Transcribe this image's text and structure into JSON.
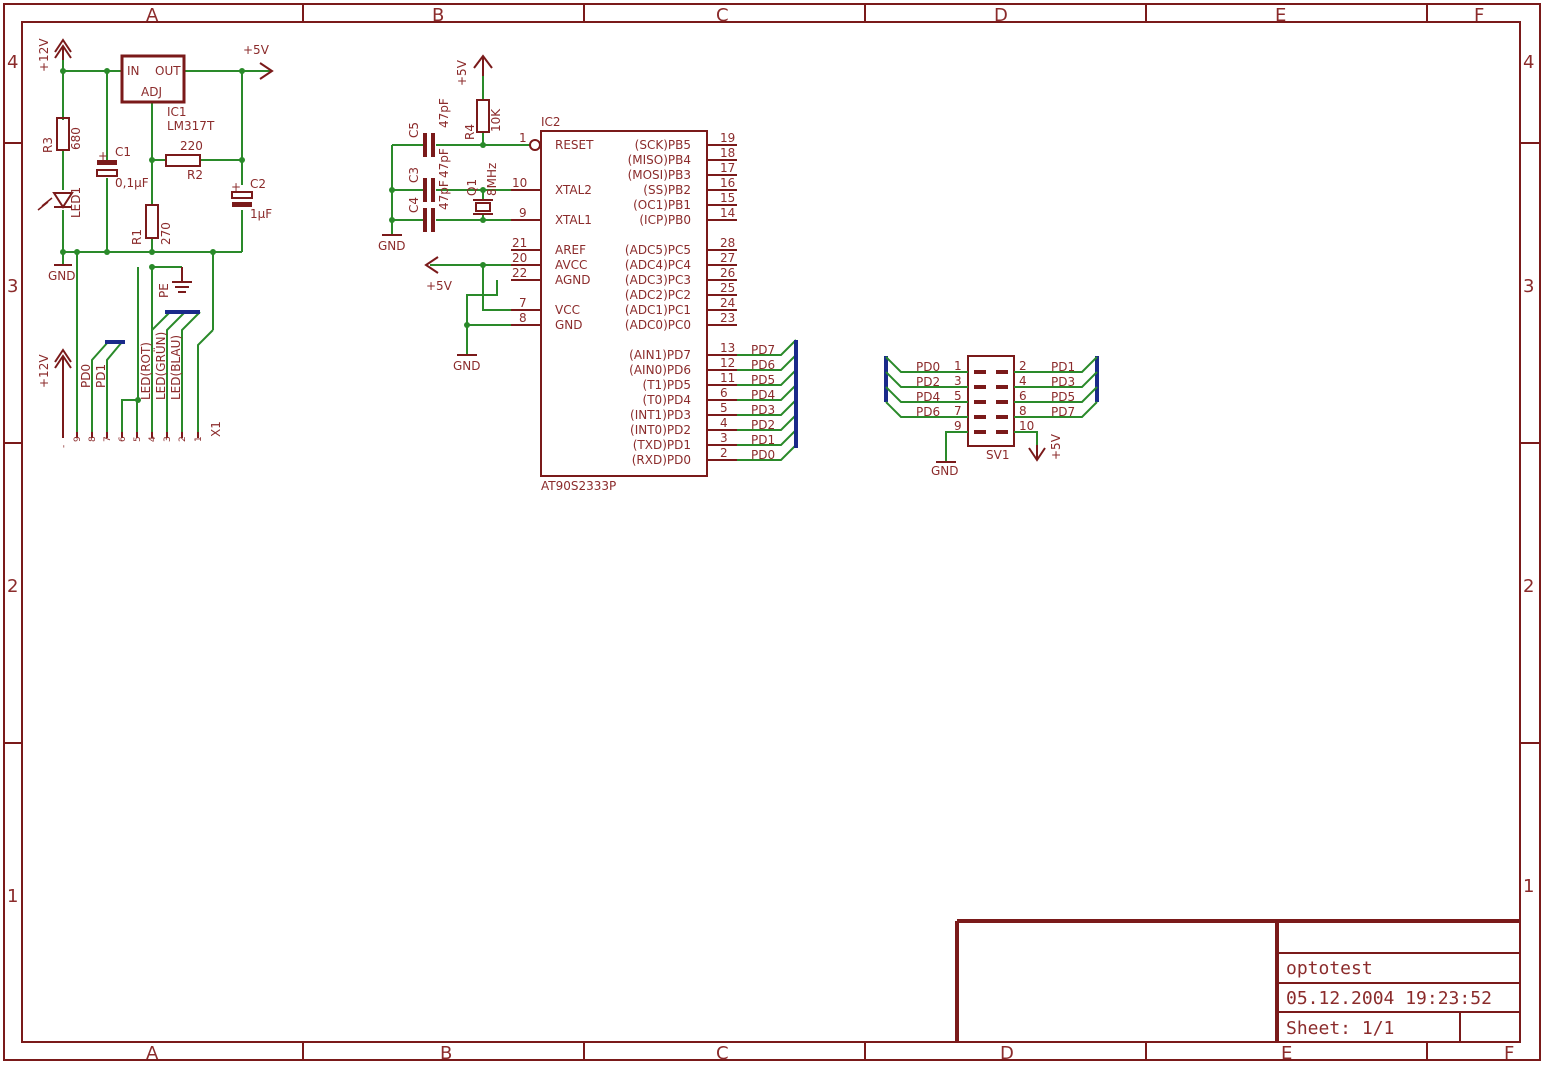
{
  "frame": {
    "columns": [
      "A",
      "B",
      "C",
      "D",
      "E",
      "F"
    ],
    "rows": [
      "4",
      "3",
      "2",
      "1"
    ]
  },
  "title_block": {
    "name": "optotest",
    "datetime": "05.12.2004 19:23:52",
    "sheet": "Sheet: 1/1"
  },
  "power": {
    "v12_a": "+12V",
    "v12_b": "+12V",
    "v5_reg": "+5V",
    "v5_r4": "+5V",
    "v5_avcc": "+5V",
    "v5_sv1": "+5V",
    "gnd_reg": "GND",
    "gnd_osc": "GND",
    "gnd_mcu": "GND",
    "gnd_sv1": "GND",
    "pe": "PE"
  },
  "regulator": {
    "name": "IC1",
    "value": "LM317T",
    "pin_in": "IN",
    "pin_out": "OUT",
    "pin_adj": "ADJ"
  },
  "passives": {
    "r3": "R3",
    "r3v": "680",
    "r2": "R2",
    "r2v": "220",
    "r1": "R1",
    "r1v": "270",
    "r4": "R4",
    "r4v": "10K",
    "c1": "C1",
    "c1v": "0,1µF",
    "c2": "C2",
    "c2v": "1µF",
    "c3": "C3",
    "c3v": "47pF",
    "c4": "C4",
    "c4v": "47pF",
    "c5": "C5",
    "c5v": "47pF",
    "q1": "Q1",
    "q1v": "8MHz",
    "led1": "LED1"
  },
  "connector_x1": {
    "name": "X1",
    "labels": [
      "PD0",
      "PD1",
      "LED(ROT)",
      "LED(GRÜN)",
      "LED(BLAU)"
    ],
    "pins": [
      "-",
      "9",
      "8",
      "7",
      "6",
      "5",
      "4",
      "3",
      "2",
      "1"
    ]
  },
  "mcu": {
    "name": "IC2",
    "value": "AT90S2333P",
    "left": [
      {
        "num": "1",
        "name": "RESET"
      },
      {
        "num": "10",
        "name": "XTAL2"
      },
      {
        "num": "9",
        "name": "XTAL1"
      },
      {
        "num": "21",
        "name": "AREF"
      },
      {
        "num": "20",
        "name": "AVCC"
      },
      {
        "num": "22",
        "name": "AGND"
      },
      {
        "num": "7",
        "name": "VCC"
      },
      {
        "num": "8",
        "name": "GND"
      }
    ],
    "right": [
      {
        "num": "19",
        "name": "(SCK)PB5",
        "net": ""
      },
      {
        "num": "18",
        "name": "(MISO)PB4",
        "net": ""
      },
      {
        "num": "17",
        "name": "(MOSI)PB3",
        "net": ""
      },
      {
        "num": "16",
        "name": "(SS)PB2",
        "net": ""
      },
      {
        "num": "15",
        "name": "(OC1)PB1",
        "net": ""
      },
      {
        "num": "14",
        "name": "(ICP)PB0",
        "net": ""
      },
      {
        "num": "28",
        "name": "(ADC5)PC5",
        "net": ""
      },
      {
        "num": "27",
        "name": "(ADC4)PC4",
        "net": ""
      },
      {
        "num": "26",
        "name": "(ADC3)PC3",
        "net": ""
      },
      {
        "num": "25",
        "name": "(ADC2)PC2",
        "net": ""
      },
      {
        "num": "24",
        "name": "(ADC1)PC1",
        "net": ""
      },
      {
        "num": "23",
        "name": "(ADC0)PC0",
        "net": ""
      },
      {
        "num": "13",
        "name": "(AIN1)PD7",
        "net": "PD7"
      },
      {
        "num": "12",
        "name": "(AIN0)PD6",
        "net": "PD6"
      },
      {
        "num": "11",
        "name": "(T1)PD5",
        "net": "PD5"
      },
      {
        "num": "6",
        "name": "(T0)PD4",
        "net": "PD4"
      },
      {
        "num": "5",
        "name": "(INT1)PD3",
        "net": "PD3"
      },
      {
        "num": "4",
        "name": "(INT0)PD2",
        "net": "PD2"
      },
      {
        "num": "3",
        "name": "(TXD)PD1",
        "net": "PD1"
      },
      {
        "num": "2",
        "name": "(RXD)PD0",
        "net": "PD0"
      }
    ]
  },
  "sv1": {
    "name": "SV1",
    "rows": [
      {
        "lnet": "PD0",
        "lpin": "1",
        "rpin": "2",
        "rnet": "PD1"
      },
      {
        "lnet": "PD2",
        "lpin": "3",
        "rpin": "4",
        "rnet": "PD3"
      },
      {
        "lnet": "PD4",
        "lpin": "5",
        "rpin": "6",
        "rnet": "PD5"
      },
      {
        "lnet": "PD6",
        "lpin": "7",
        "rpin": "8",
        "rnet": "PD7"
      },
      {
        "lnet": "",
        "lpin": "9",
        "rpin": "10",
        "rnet": ""
      }
    ]
  }
}
